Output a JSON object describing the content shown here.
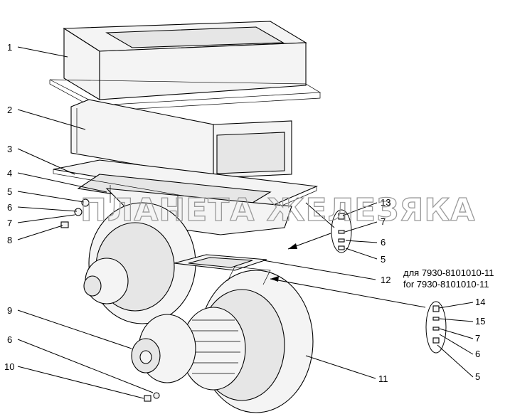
{
  "watermark": "ПЛАНЕТА ЖЕЛЕЗЯКА",
  "note_lines": [
    "для 7930-8101010-11",
    "for 7930-8101010-11"
  ],
  "callouts": {
    "c1": "1",
    "c2": "2",
    "c3": "3",
    "c4": "4",
    "c5": "5",
    "c6": "6",
    "c7": "7",
    "c8": "8",
    "c9": "9",
    "c6b": "6",
    "c10": "10",
    "c11": "11",
    "c12": "12",
    "c13": "13",
    "c7b": "7",
    "c6c": "6",
    "c5b": "5",
    "c14": "14",
    "c15": "15",
    "c7c": "7",
    "c6d": "6",
    "c5c": "5"
  }
}
